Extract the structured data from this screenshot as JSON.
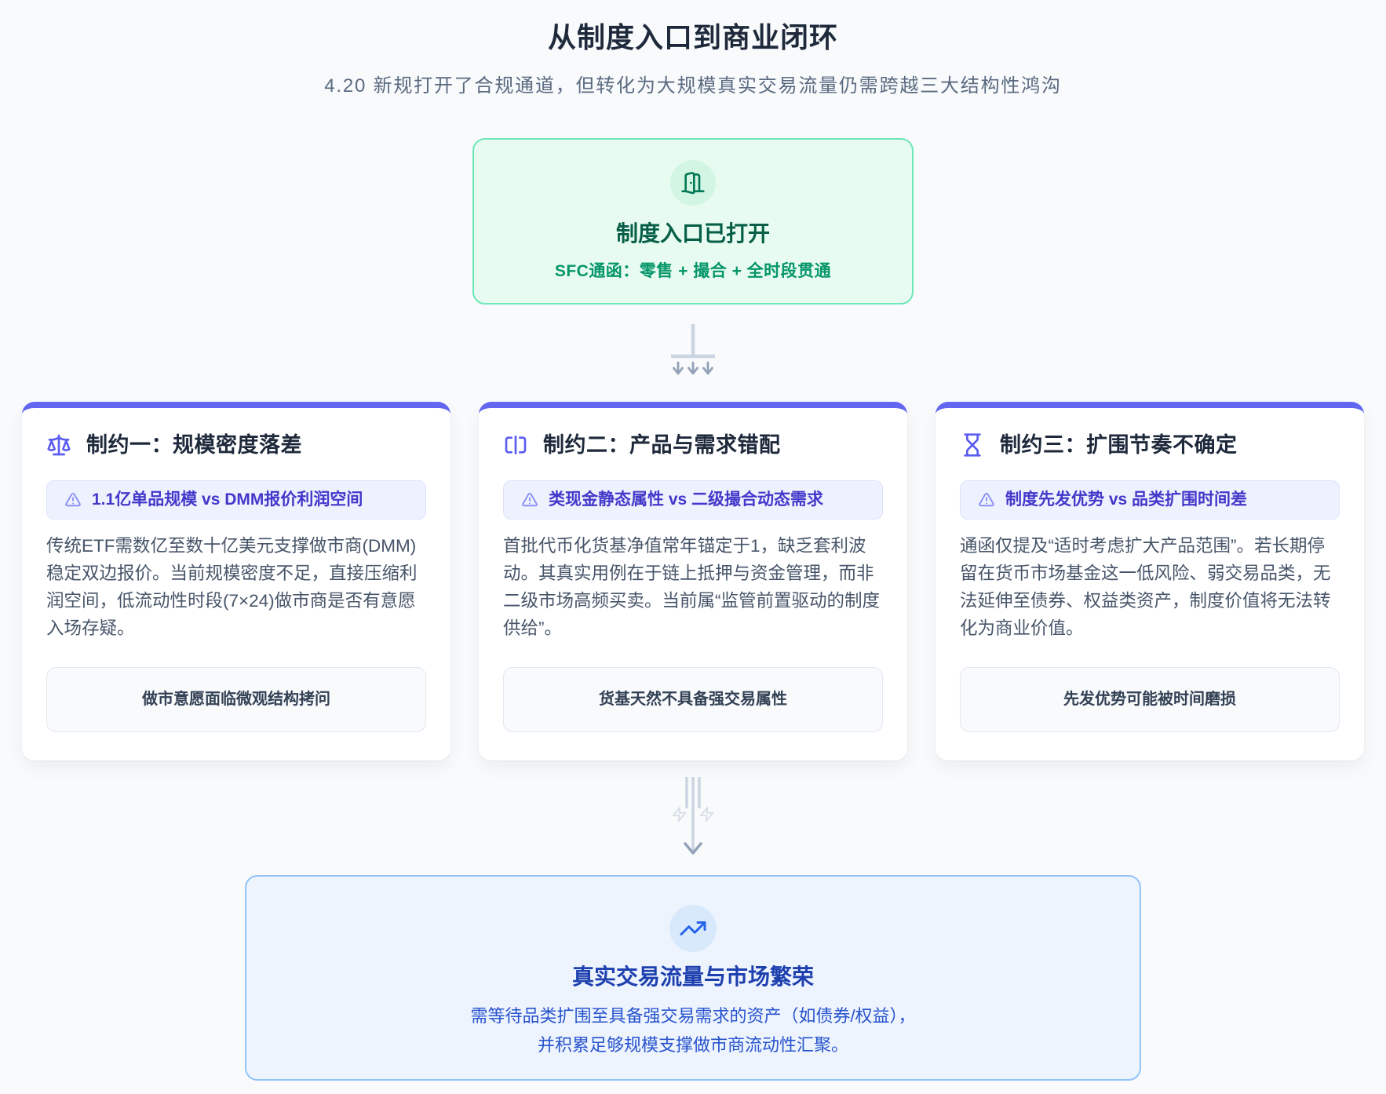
{
  "page": {
    "title": "从制度入口到商业闭环",
    "subtitle": "4.20 新规打开了合规通道，但转化为大规模真实交易流量仍需跨越三大结构性鸿沟"
  },
  "entry_card": {
    "icon": "door-open-icon",
    "title": "制度入口已打开",
    "subtitle": "SFC通函：零售 + 撮合 + 全时段贯通"
  },
  "constraints": [
    {
      "icon": "scale-icon",
      "title": "制约一：规模密度落差",
      "badge": "1.1亿单品规模 vs DMM报价利润空间",
      "body": "传统ETF需数亿至数十亿美元支撑做市商(DMM)稳定双边报价。当前规模密度不足，直接压缩利润空间，低流动性时段(7×24)做市商是否有意愿入场存疑。",
      "footer": "做市意愿面临微观结构拷问"
    },
    {
      "icon": "square-split-icon",
      "title": "制约二：产品与需求错配",
      "badge": "类现金静态属性 vs 二级撮合动态需求",
      "body": "首批代币化货基净值常年锚定于1，缺乏套利波动。其真实用例在于链上抵押与资金管理，而非二级市场高频买卖。当前属“监管前置驱动的制度供给”。",
      "footer": "货基天然不具备强交易属性"
    },
    {
      "icon": "hourglass-icon",
      "title": "制约三：扩围节奏不确定",
      "badge": "制度先发优势 vs 品类扩围时间差",
      "body": "通函仅提及“适时考虑扩大产品范围”。若长期停留在货币市场基金这一低风险、弱交易品类，无法延伸至债券、权益类资产，制度价值将无法转化为商业价值。",
      "footer": "先发优势可能被时间磨损"
    }
  ],
  "outcome_card": {
    "icon": "trending-up-icon",
    "title": "真实交易流量与市场繁荣",
    "line1": "需等待品类扩围至具备强交易需求的资产（如债券/权益），",
    "line2": "并积累足够规模支撑做市商流动性汇聚。"
  },
  "colors": {
    "page_bg": "#f8fafc",
    "accent_indigo": "#6366f1",
    "badge_text": "#4338ca",
    "green_border": "#6ee7b7",
    "green_title": "#065f46",
    "green_sub": "#059669",
    "blue_border": "#92c4f9",
    "blue_title": "#1e40af",
    "blue_text": "#2853cd",
    "connector_line": "#cbd5e1",
    "connector_arrow": "#94a3b8"
  }
}
